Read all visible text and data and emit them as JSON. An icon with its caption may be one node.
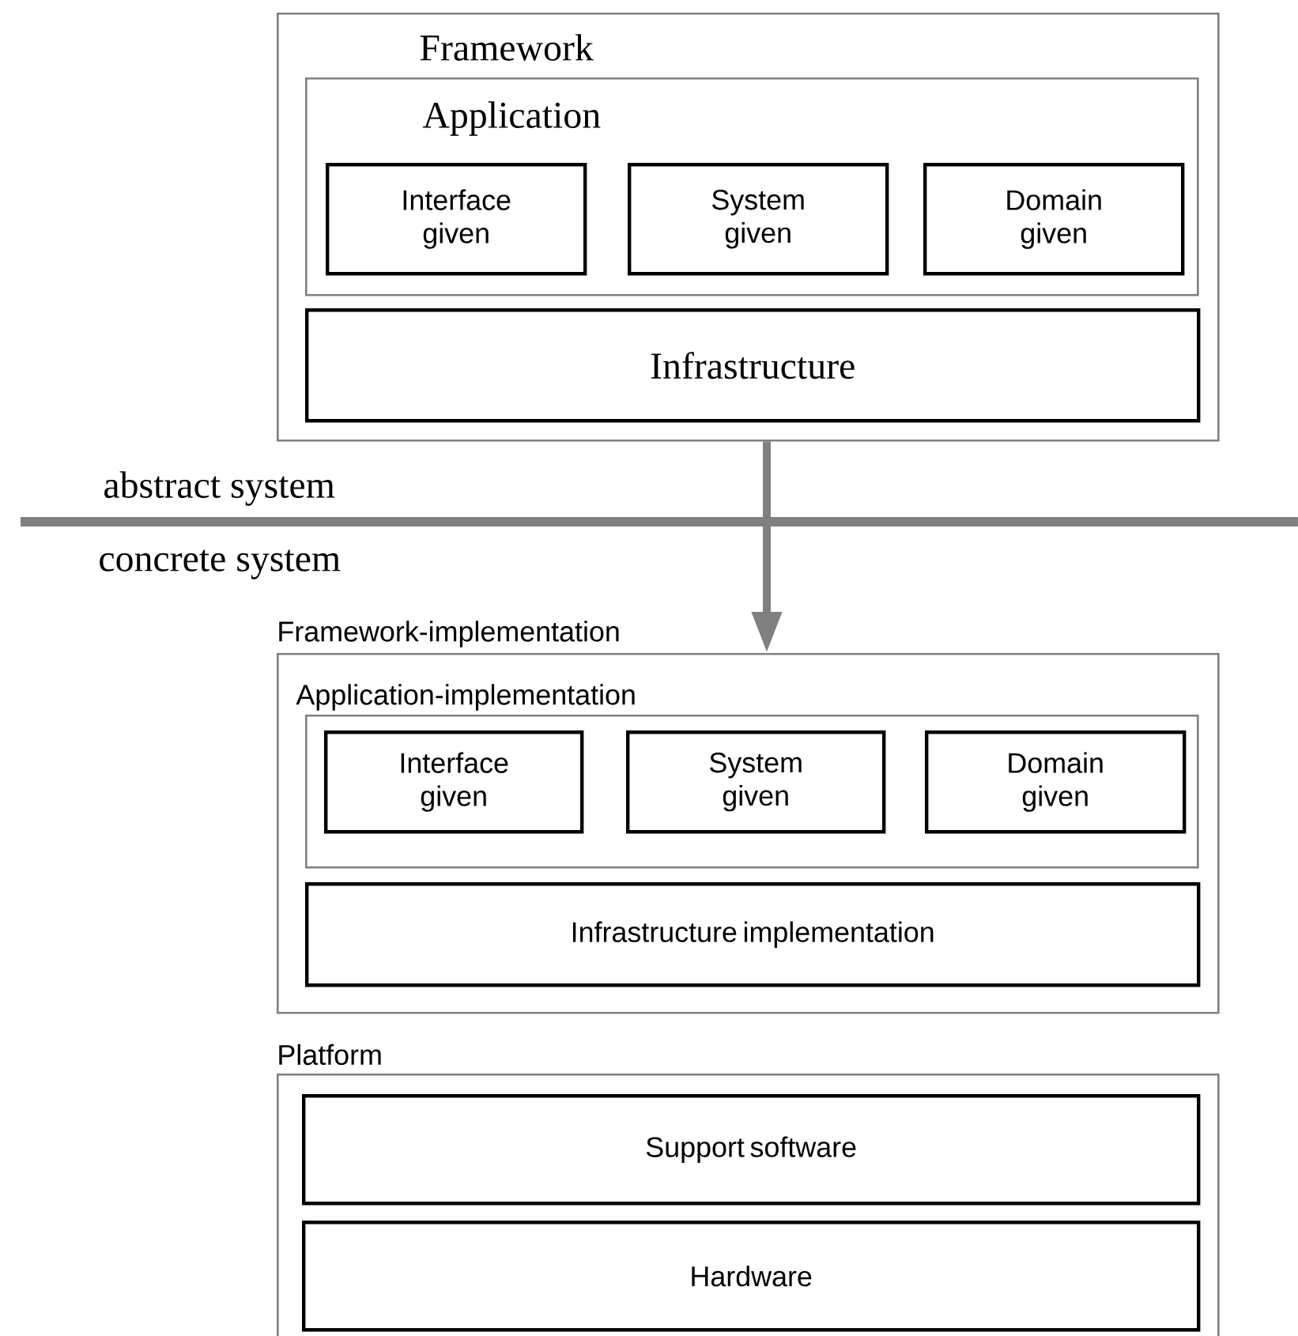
{
  "diagram": {
    "nodes": [
      {
        "text": [
          "Framework"
        ]
      },
      {
        "text": [
          "Application"
        ],
        "in": 0
      },
      {
        "text": [
          "Interface given"
        ],
        "in": 1
      },
      {
        "text": [
          "System given"
        ],
        "in": 1
      },
      {
        "text": [
          "Domain given"
        ],
        "in": 1
      },
      {
        "text": [
          "Infrastructure"
        ],
        "in": 0
      },
      {
        "text": [
          "Framework-implementation"
        ]
      },
      {
        "text": [
          "Application-implementation"
        ],
        "in": 6
      },
      {
        "text": [
          "Interface given"
        ],
        "in": 7
      },
      {
        "text": [
          "System given"
        ],
        "in": 7
      },
      {
        "text": [
          "Domain given"
        ],
        "in": 7
      },
      {
        "text": [
          "Infrastructure implementation"
        ],
        "in": 6
      },
      {
        "text": [
          "Platform"
        ]
      },
      {
        "text": [
          "Support software"
        ],
        "in": 12
      },
      {
        "text": [
          "Hardware"
        ],
        "in": 12
      }
    ],
    "edges": [
      {
        "from": 0,
        "to": 6,
        "arrow": "to",
        "color": "#808080"
      }
    ],
    "labels": [
      "abstract system",
      "concrete system"
    ]
  }
}
